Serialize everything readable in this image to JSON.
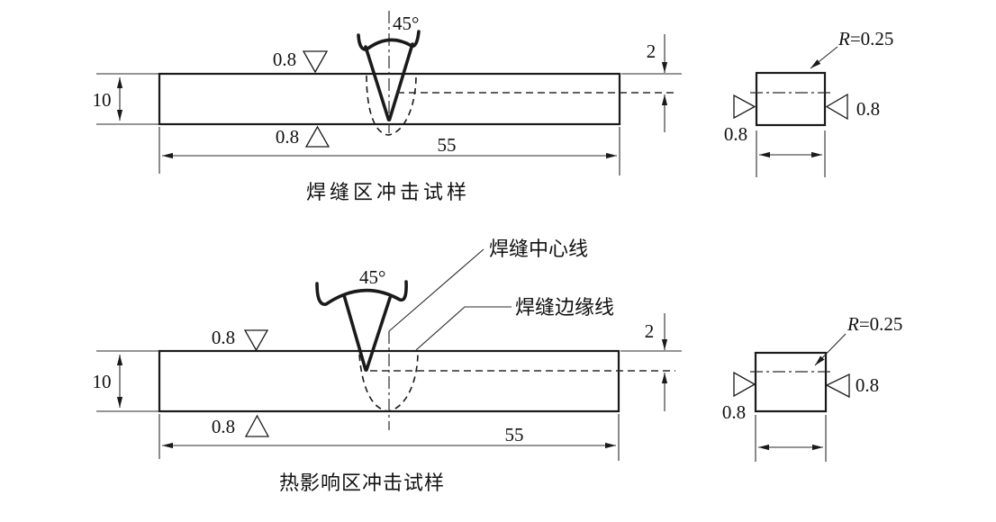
{
  "weld_zone": {
    "caption": "焊缝区冲击试样",
    "angle": "45°",
    "height": "10",
    "length": "55",
    "notch_depth": "2",
    "roughness_top": "0.8",
    "roughness_bottom": "0.8"
  },
  "weld_zone_section": {
    "radius_prefix": "R",
    "radius_value": "=0.25",
    "roughness_left": "0.8",
    "roughness_right": "0.8"
  },
  "haz": {
    "caption": "热影响区冲击试样",
    "angle": "45°",
    "height": "10",
    "length": "55",
    "notch_depth": "2",
    "roughness_top": "0.8",
    "roughness_bottom": "0.8",
    "weld_center_label": "焊缝中心线",
    "weld_edge_label": "焊缝边缘线"
  },
  "haz_section": {
    "radius_prefix": "R",
    "radius_value": "=0.25",
    "roughness_left": "0.8",
    "roughness_right": "0.8"
  },
  "colors": {
    "line": "#1a1a1a",
    "background": "#ffffff"
  }
}
